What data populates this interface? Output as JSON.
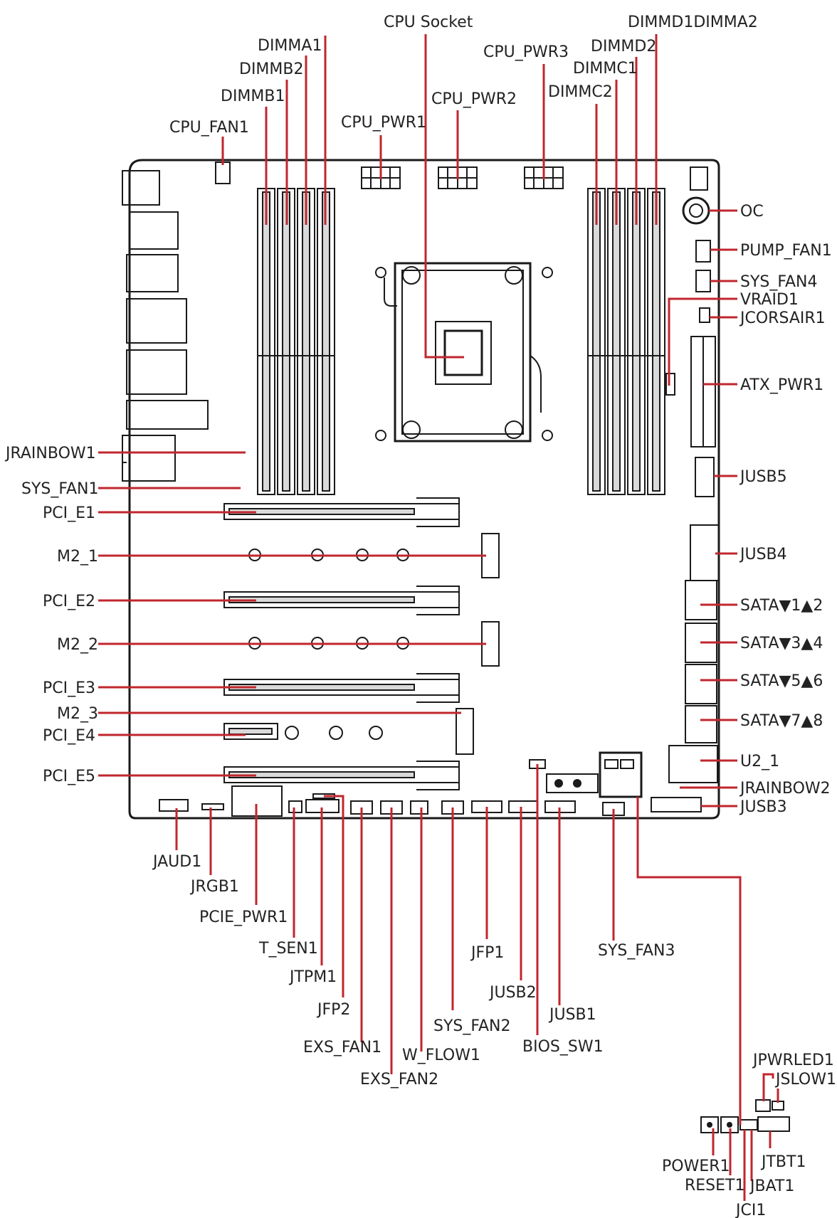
{
  "labels": {
    "dimma1": "DIMMA1",
    "dimmb2": "DIMMB2",
    "dimmb1": "DIMMB1",
    "cpu_fan1": "CPU_FAN1",
    "cpu_socket": "CPU Socket",
    "cpu_pwr1": "CPU_PWR1",
    "cpu_pwr2": "CPU_PWR2",
    "cpu_pwr3": "CPU_PWR3",
    "dimmd1_dimma2": "DIMMD1DIMMA2",
    "dimmd2": "DIMMD2",
    "dimmc1": "DIMMC1",
    "dimmc2": "DIMMC2",
    "oc": "OC",
    "pump_fan1": "PUMP_FAN1",
    "sys_fan4": "SYS_FAN4",
    "vraid1": "VRAID1",
    "jcorsair1": "JCORSAIR1",
    "atx_pwr1": "ATX_PWR1",
    "jusb5": "JUSB5",
    "jusb4": "JUSB4",
    "sata12": "SATA▼1▲2",
    "sata34": "SATA▼3▲4",
    "sata56": "SATA▼5▲6",
    "sata78": "SATA▼7▲8",
    "u2_1": "U2_1",
    "jrainbow2": "JRAINBOW2",
    "jusb3": "JUSB3",
    "jrainbow1": "JRAINBOW1",
    "sys_fan1": "SYS_FAN1",
    "pci_e1": "PCI_E1",
    "m2_1": "M2_1",
    "pci_e2": "PCI_E2",
    "m2_2": "M2_2",
    "pci_e3": "PCI_E3",
    "m2_3": "M2_3",
    "pci_e4": "PCI_E4",
    "pci_e5": "PCI_E5",
    "jaud1": "JAUD1",
    "jrgb1": "JRGB1",
    "pcie_pwr1": "PCIE_PWR1",
    "t_sen1": "T_SEN1",
    "jtpm1": "JTPM1",
    "jfp2": "JFP2",
    "exs_fan1": "EXS_FAN1",
    "exs_fan2": "EXS_FAN2",
    "w_flow1": "W_FLOW1",
    "sys_fan2": "SYS_FAN2",
    "bios_sw1": "BIOS_SW1",
    "jusb1": "JUSB1",
    "jusb2": "JUSB2",
    "jfp1": "JFP1",
    "sys_fan3": "SYS_FAN3",
    "jpwrled1": "JPWRLED1",
    "jslow1": "JSLOW1",
    "power1": "POWER1",
    "reset1": "RESET1",
    "jbat1": "JBAT1",
    "jci1": "JCI1",
    "jtbt1": "JTBT1"
  },
  "colors": {
    "leader": "#c0262d",
    "outline": "#1a1a1a"
  }
}
